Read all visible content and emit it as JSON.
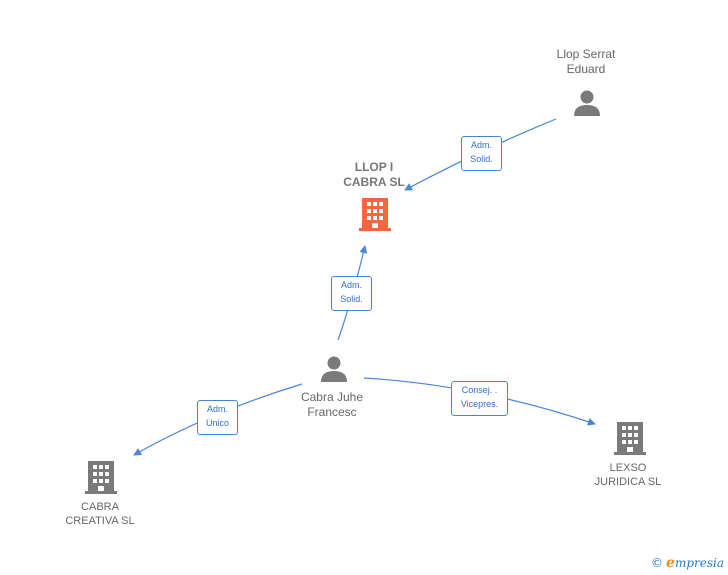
{
  "nodes": {
    "llop_serrat": {
      "name": "Llop Serrat\nEduard",
      "icon": "person-icon"
    },
    "llop_cabra": {
      "name": "LLOP I\nCABRA  SL",
      "icon": "building-icon"
    },
    "cabra_juhe": {
      "name": "Cabra Juhe\nFrancesc",
      "icon": "person-icon"
    },
    "cabra_creativa": {
      "name": "CABRA\nCREATIVA  SL",
      "icon": "building-icon"
    },
    "lexso": {
      "name": "LEXSO\nJURIDICA  SL",
      "icon": "building-icon"
    }
  },
  "edges": {
    "e1": {
      "label": "Adm.\nSolid."
    },
    "e2": {
      "label": "Adm.\nSolid."
    },
    "e3": {
      "label": "Adm.\nUnico"
    },
    "e4": {
      "label": "Consej. .\nVicepres."
    }
  },
  "colors": {
    "main_company": "#f4663b",
    "company": "#7a7a7a",
    "person": "#7a7a7a",
    "edge": "#4a86d4"
  },
  "footer": {
    "copyright": "©",
    "brand_first": "e",
    "brand_rest": "mpresia"
  }
}
